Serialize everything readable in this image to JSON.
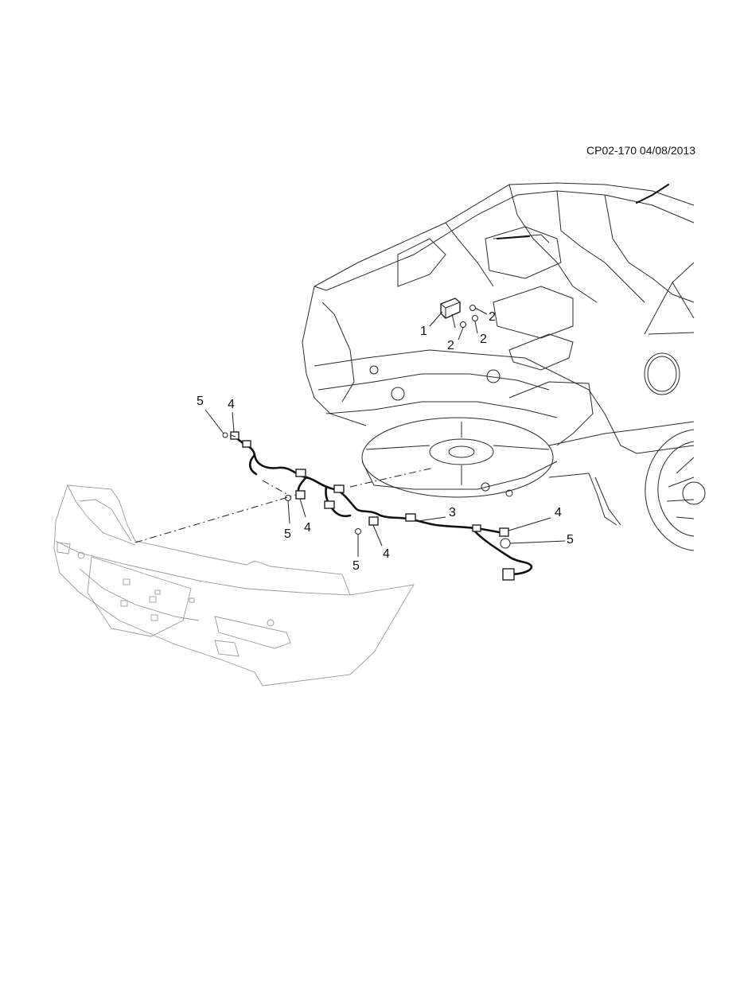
{
  "header": {
    "diagram_code": "CP02-170 04/08/2013"
  },
  "callouts": [
    "1",
    "2",
    "2",
    "2",
    "3",
    "4",
    "4",
    "4",
    "4",
    "5",
    "5",
    "5",
    "5"
  ]
}
